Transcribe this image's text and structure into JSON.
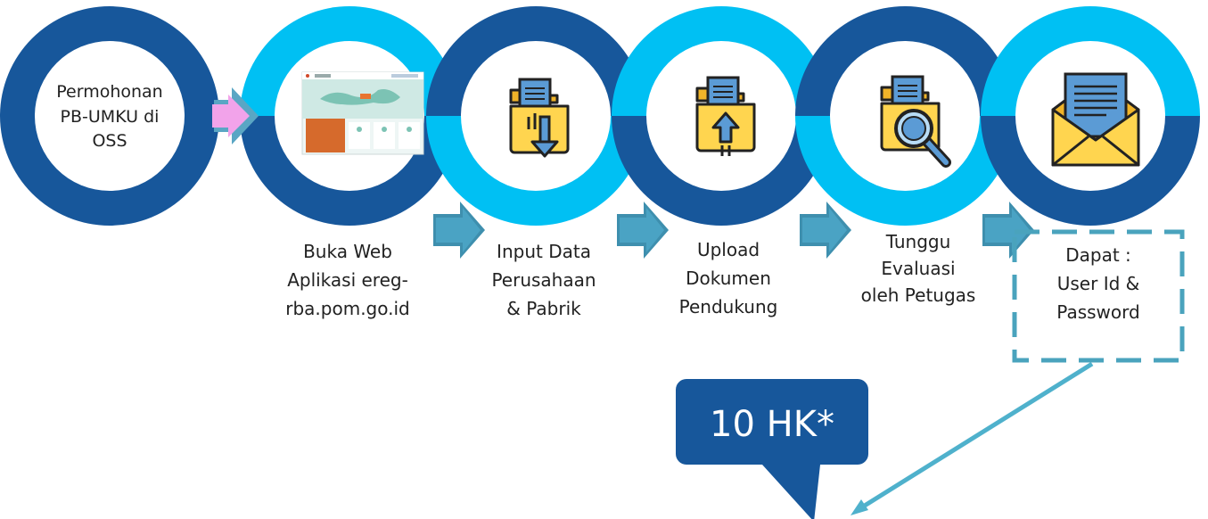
{
  "colors": {
    "dark_ring": "#17579b",
    "light_ring": "#00c0f3",
    "arrow_fill": "#4aa3c4",
    "start_arrow": "#f2a3ea",
    "bubble": "#17579b",
    "dashed_box": "#4aa3bd",
    "long_arrow": "#4fb1cc"
  },
  "start": {
    "lines": [
      "Permohonan",
      "PB-UMKU di",
      "OSS"
    ]
  },
  "steps": [
    {
      "lines": [
        "Buka Web",
        "Aplikasi ereg-",
        "rba.pom.go.id"
      ],
      "icon": "website-screenshot-icon"
    },
    {
      "lines": [
        "Input Data",
        "Perusahaan",
        "& Pabrik"
      ],
      "icon": "folder-download-icon"
    },
    {
      "lines": [
        "Upload",
        "Dokumen",
        "Pendukung"
      ],
      "icon": "folder-upload-icon"
    },
    {
      "lines": [
        "Tunggu",
        "Evaluasi",
        "oleh Petugas"
      ],
      "icon": "folder-search-icon"
    }
  ],
  "result": {
    "lines": [
      "Dapat :",
      "User Id &",
      "Password"
    ],
    "icon": "envelope-letter-icon"
  },
  "callout": {
    "text": "10 HK*"
  }
}
